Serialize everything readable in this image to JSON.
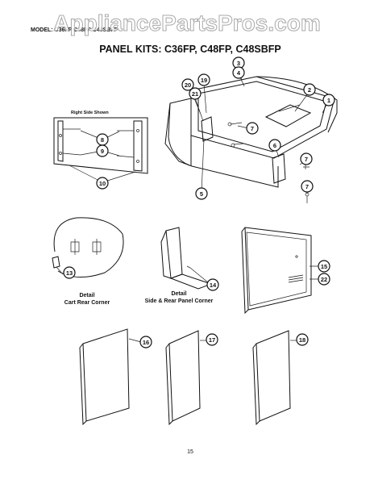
{
  "watermark": "AppliancePartsPros.com",
  "model_line": "MODEL: C36FP C48FP C48SBFP",
  "title": "PANEL KITS: C36FP, C48FP, C48SBFP",
  "inset_caption": "Right Side Shown",
  "detail_cart": {
    "line1": "Detail",
    "line2": "Cart Rear Corner"
  },
  "detail_panel": {
    "line1": "Detail",
    "line2": "Side & Rear Panel Corner"
  },
  "page_number": "15",
  "callouts": [
    "1",
    "2",
    "3",
    "4",
    "5",
    "6",
    "7",
    "7",
    "7",
    "8",
    "9",
    "10",
    "13",
    "14",
    "15",
    "16",
    "17",
    "18",
    "19",
    "20",
    "21",
    "22"
  ]
}
